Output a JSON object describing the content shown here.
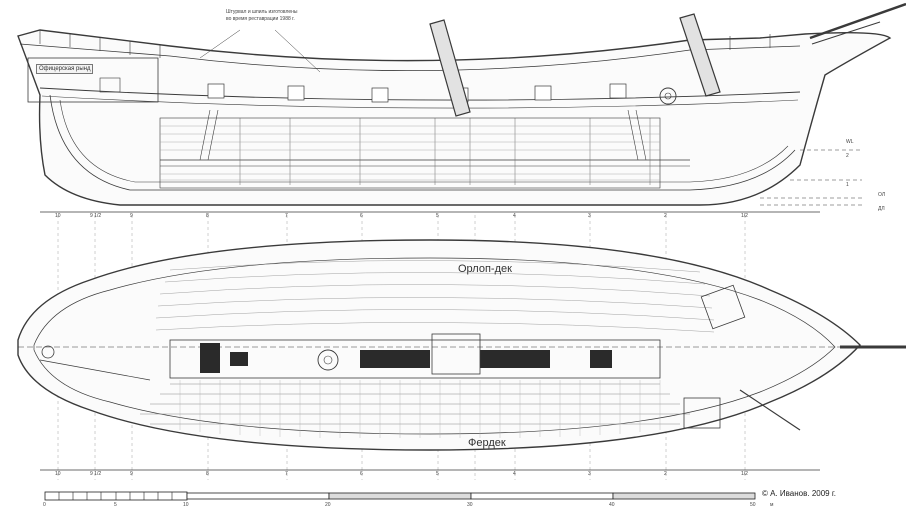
{
  "annotation": {
    "line1": "Штурвал и шпиль изготовлены",
    "line2": "во время реставрации 1988 г."
  },
  "labels": {
    "cabin": "Офицерская рынд",
    "orlop_deck": "Орлоп-дек",
    "fore_deck": "Фердек",
    "copyright": "© А. Иванов. 2009 г."
  },
  "profile_stations": [
    "10",
    "9 1/2",
    "9",
    "8",
    "7",
    "6",
    "5",
    "4",
    "3",
    "2",
    "1/2"
  ],
  "plan_stations": [
    "10",
    "9 1/2",
    "9",
    "8",
    "7",
    "6",
    "5",
    "4",
    "3",
    "2",
    "1/2"
  ],
  "waterline_marks": [
    "WL",
    "2",
    "1",
    "ОЛ",
    "ДЛ"
  ],
  "scale_bar": {
    "ticks": [
      "0",
      "5",
      "10",
      "20",
      "30",
      "40",
      "50"
    ],
    "unit": "м"
  },
  "colors": {
    "line": "#3a3a3a",
    "hatch": "#8a8a8a",
    "dark": "#1e1e1e"
  }
}
